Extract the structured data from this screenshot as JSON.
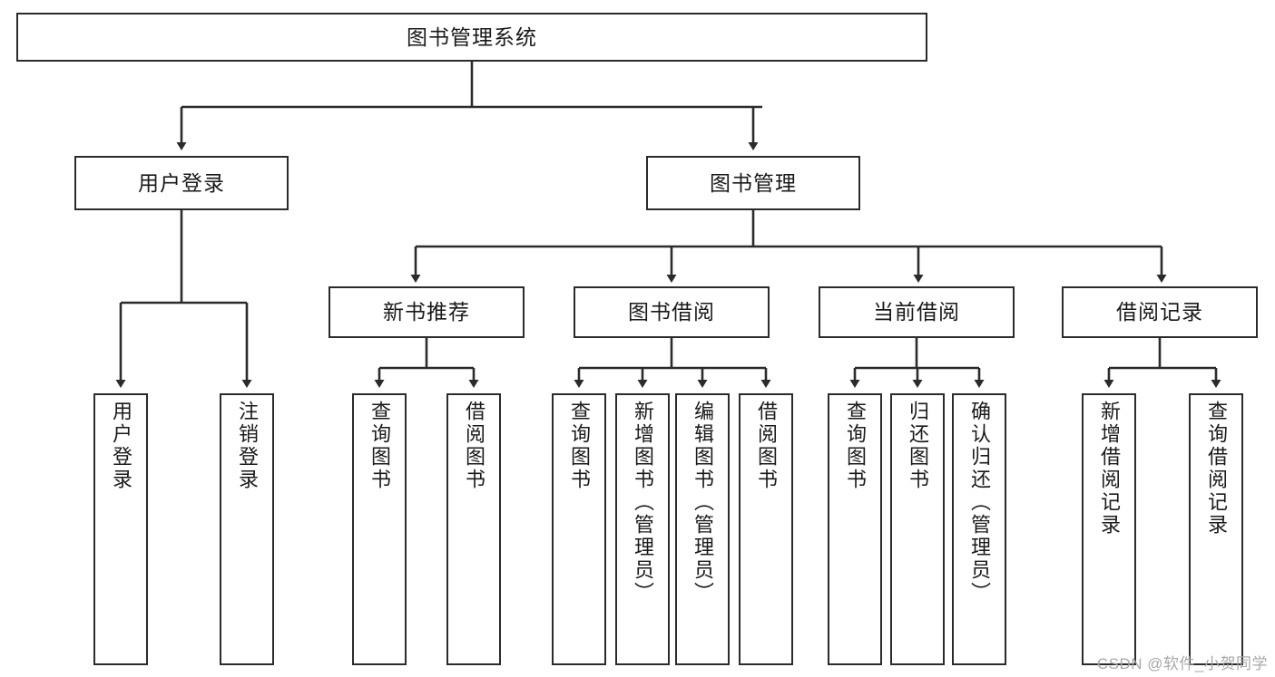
{
  "diagram": {
    "type": "hierarchy-tree",
    "title": "图书管理系统",
    "watermark": "CSDN @软件_小贺同学",
    "colors": {
      "box_border": "#2b2b2b",
      "box_fill": "#ffffff",
      "edge": "#2b2b2b",
      "text": "#1a1a1a",
      "watermark": "#a8a8a8"
    },
    "nodes": {
      "root": {
        "label": "图书管理系统"
      },
      "level2": [
        {
          "label": "用户登录"
        },
        {
          "label": "图书管理"
        }
      ],
      "level3": [
        {
          "label": "新书推荐"
        },
        {
          "label": "图书借阅"
        },
        {
          "label": "当前借阅"
        },
        {
          "label": "借阅记录"
        }
      ],
      "leaves": {
        "user_login": [
          {
            "label": "用户登录"
          },
          {
            "label": "注销登录"
          }
        ],
        "new_book_recommend": [
          {
            "label": "查询图书"
          },
          {
            "label": "借阅图书"
          }
        ],
        "book_borrow": [
          {
            "label": "查询图书"
          },
          {
            "label": "新增图书（管理员）"
          },
          {
            "label": "编辑图书（管理员）"
          },
          {
            "label": "借阅图书"
          }
        ],
        "current_borrow": [
          {
            "label": "查询图书"
          },
          {
            "label": "归还图书"
          },
          {
            "label": "确认归还（管理员）"
          }
        ],
        "borrow_record": [
          {
            "label": "新增借阅记录"
          },
          {
            "label": "查询借阅记录"
          }
        ]
      }
    }
  }
}
